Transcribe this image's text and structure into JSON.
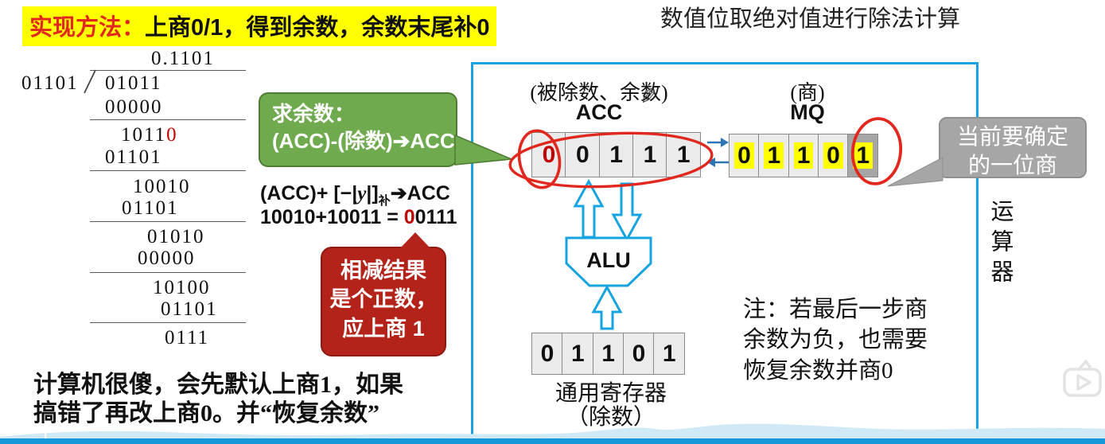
{
  "colors": {
    "cyan": "#17a3e0",
    "green": "#6faa4e",
    "darkred": "#b4231a",
    "gray": "#a6a6a6",
    "yellow": "#ffff00",
    "red_ink": "#e0281e",
    "blue_arrow": "#2e75b6",
    "wave": "#cfe9f6",
    "bar": "#1798d6"
  },
  "banner": {
    "red_part": "实现方法：",
    "rest": "上商0/1，得到余数，余数末尾补0"
  },
  "title": "数值位取绝对值进行除法计算",
  "division": {
    "quotient": "0.1101",
    "divisor": "01101",
    "dividend": "01011",
    "steps": [
      {
        "t": "00000"
      },
      {
        "t": "1011",
        "r": "0"
      },
      {
        "t": "01101"
      },
      {
        "t": "10010"
      },
      {
        "t": "01101"
      },
      {
        "t": "01010"
      },
      {
        "t": "00000"
      },
      {
        "t": "10100"
      },
      {
        "t": "01101"
      },
      {
        "t": "0111"
      }
    ]
  },
  "green_bubble": {
    "title": "求余数：",
    "expr": "(ACC)-(除数)➔ACC"
  },
  "formula": {
    "p1": "(ACC)+ [−|",
    "y": "y",
    "p2": "|]",
    "sub": "补",
    "p3": "➔ACC",
    "sum_pre": "10010+10011 = ",
    "sum_red": "0",
    "sum_rest": "0111"
  },
  "red_bubble": {
    "line1": "相减结果",
    "line2": "是个正数，",
    "line3": "应上商 1"
  },
  "bottom_note": {
    "line1": "计算机很傻，会先默认上商1，如果",
    "line2": "搞错了再改上商0。并“恢复余数”"
  },
  "diagram": {
    "acc": {
      "label": "(被除数、余数)",
      "name": "ACC",
      "cells": [
        "0",
        "0",
        "1",
        "1",
        "1"
      ]
    },
    "mq": {
      "label": "(商)",
      "name": "MQ",
      "cells": [
        "0",
        "1",
        "1",
        "0",
        "1"
      ]
    },
    "gpr": {
      "cells": [
        "0",
        "1",
        "1",
        "0",
        "1"
      ],
      "label1": "通用寄存器",
      "label2": "（除数）"
    },
    "alu": {
      "name": "ALU"
    },
    "gray_bubble": {
      "line1": "当前要确定",
      "line2": "的一位商"
    },
    "note": {
      "line1": "注：若最后一步商",
      "line2": "余数为负，也需要",
      "line3": "恢复余数并商0"
    },
    "unit_label": "运算器"
  }
}
